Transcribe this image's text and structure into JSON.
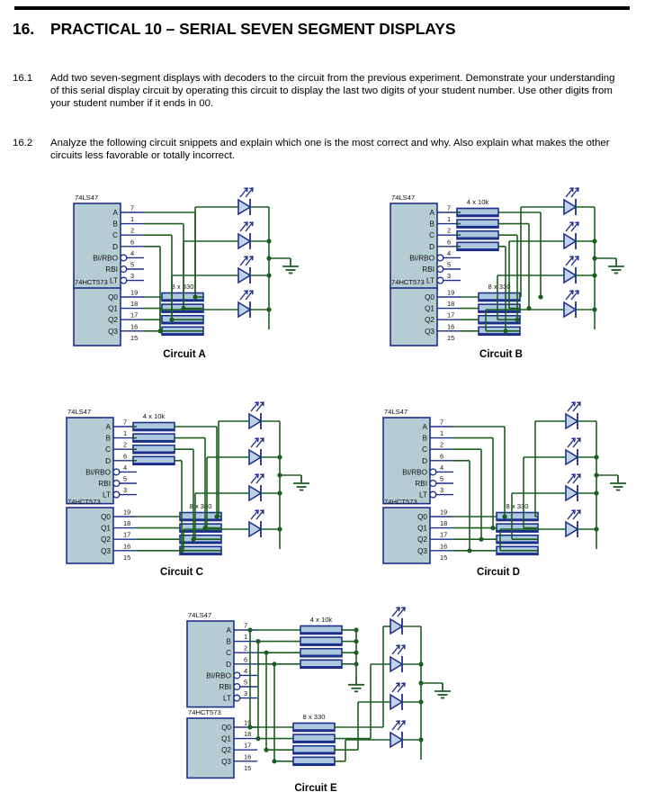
{
  "document": {
    "section_number": "16.",
    "section_title": "PRACTICAL 10 – SERIAL SEVEN SEGMENT DISPLAYS",
    "paragraphs": [
      {
        "number": "16.1",
        "text": "Add two seven-segment displays with decoders to the circuit from the previous experiment. Demonstrate your understanding of this serial display circuit by operating this circuit to display the last two digits of your student number. Use other digits from your student number if it ends in 00."
      },
      {
        "number": "16.2",
        "text": "Analyze the following circuit snippets and explain which one is the most correct and why. Also explain what makes the other circuits less favorable or totally incorrect."
      }
    ]
  },
  "colors": {
    "wire": "#1b5e20",
    "chip_fill": "#b5ccd3",
    "chip_border": "#1f2f8c",
    "resistor_fill": "#aec8e0",
    "resistor_border": "#1b2f8a",
    "led_fill": "#c3d2ee",
    "led_border": "#1f2f8c",
    "rule": "#000000"
  },
  "components": {
    "decoder": {
      "name": "74LS47",
      "pins": [
        {
          "label": "A",
          "number": "7",
          "inverted": false
        },
        {
          "label": "B",
          "number": "1",
          "inverted": false
        },
        {
          "label": "C",
          "number": "2",
          "inverted": false
        },
        {
          "label": "D",
          "number": "6",
          "inverted": false
        },
        {
          "label": "BI/RBO",
          "number": "4",
          "inverted": true
        },
        {
          "label": "RBI",
          "number": "5",
          "inverted": true
        },
        {
          "label": "LT",
          "number": "3",
          "inverted": true
        }
      ]
    },
    "latch": {
      "name": "74HCT573",
      "pins": [
        {
          "label": "Q0",
          "number": "19"
        },
        {
          "label": "Q1",
          "number": "18"
        },
        {
          "label": "Q2",
          "number": "17"
        },
        {
          "label": "Q3",
          "number": "16"
        },
        {
          "label": "",
          "number": "15"
        }
      ]
    },
    "pullup_pack": {
      "label": "4 x 10k",
      "count": 4
    },
    "series_pack": {
      "label": "8 x 330",
      "count": 4
    },
    "led_count": 4
  },
  "circuits": [
    {
      "id": "A",
      "caption": "Circuit A",
      "has_pullup_pack": false,
      "has_series_pack": true,
      "series_pack_label": "8 x 330",
      "pullup_pack_label": "",
      "pullup_grounded": false
    },
    {
      "id": "B",
      "caption": "Circuit B",
      "has_pullup_pack": true,
      "has_series_pack": true,
      "series_pack_label": "8 x 330",
      "pullup_pack_label": "4 x 10k",
      "pullup_grounded": false
    },
    {
      "id": "C",
      "caption": "Circuit C",
      "has_pullup_pack": true,
      "has_series_pack": true,
      "series_pack_label": "8 x 330",
      "pullup_pack_label": "4 x 10k",
      "pullup_grounded": false
    },
    {
      "id": "D",
      "caption": "Circuit D",
      "has_pullup_pack": false,
      "has_series_pack": true,
      "series_pack_label": "8 x 330",
      "pullup_pack_label": "",
      "pullup_grounded": false
    },
    {
      "id": "E",
      "caption": "Circuit E",
      "has_pullup_pack": true,
      "has_series_pack": true,
      "series_pack_label": "8 x 330",
      "pullup_pack_label": "4 x 10k",
      "pullup_grounded": true
    }
  ]
}
